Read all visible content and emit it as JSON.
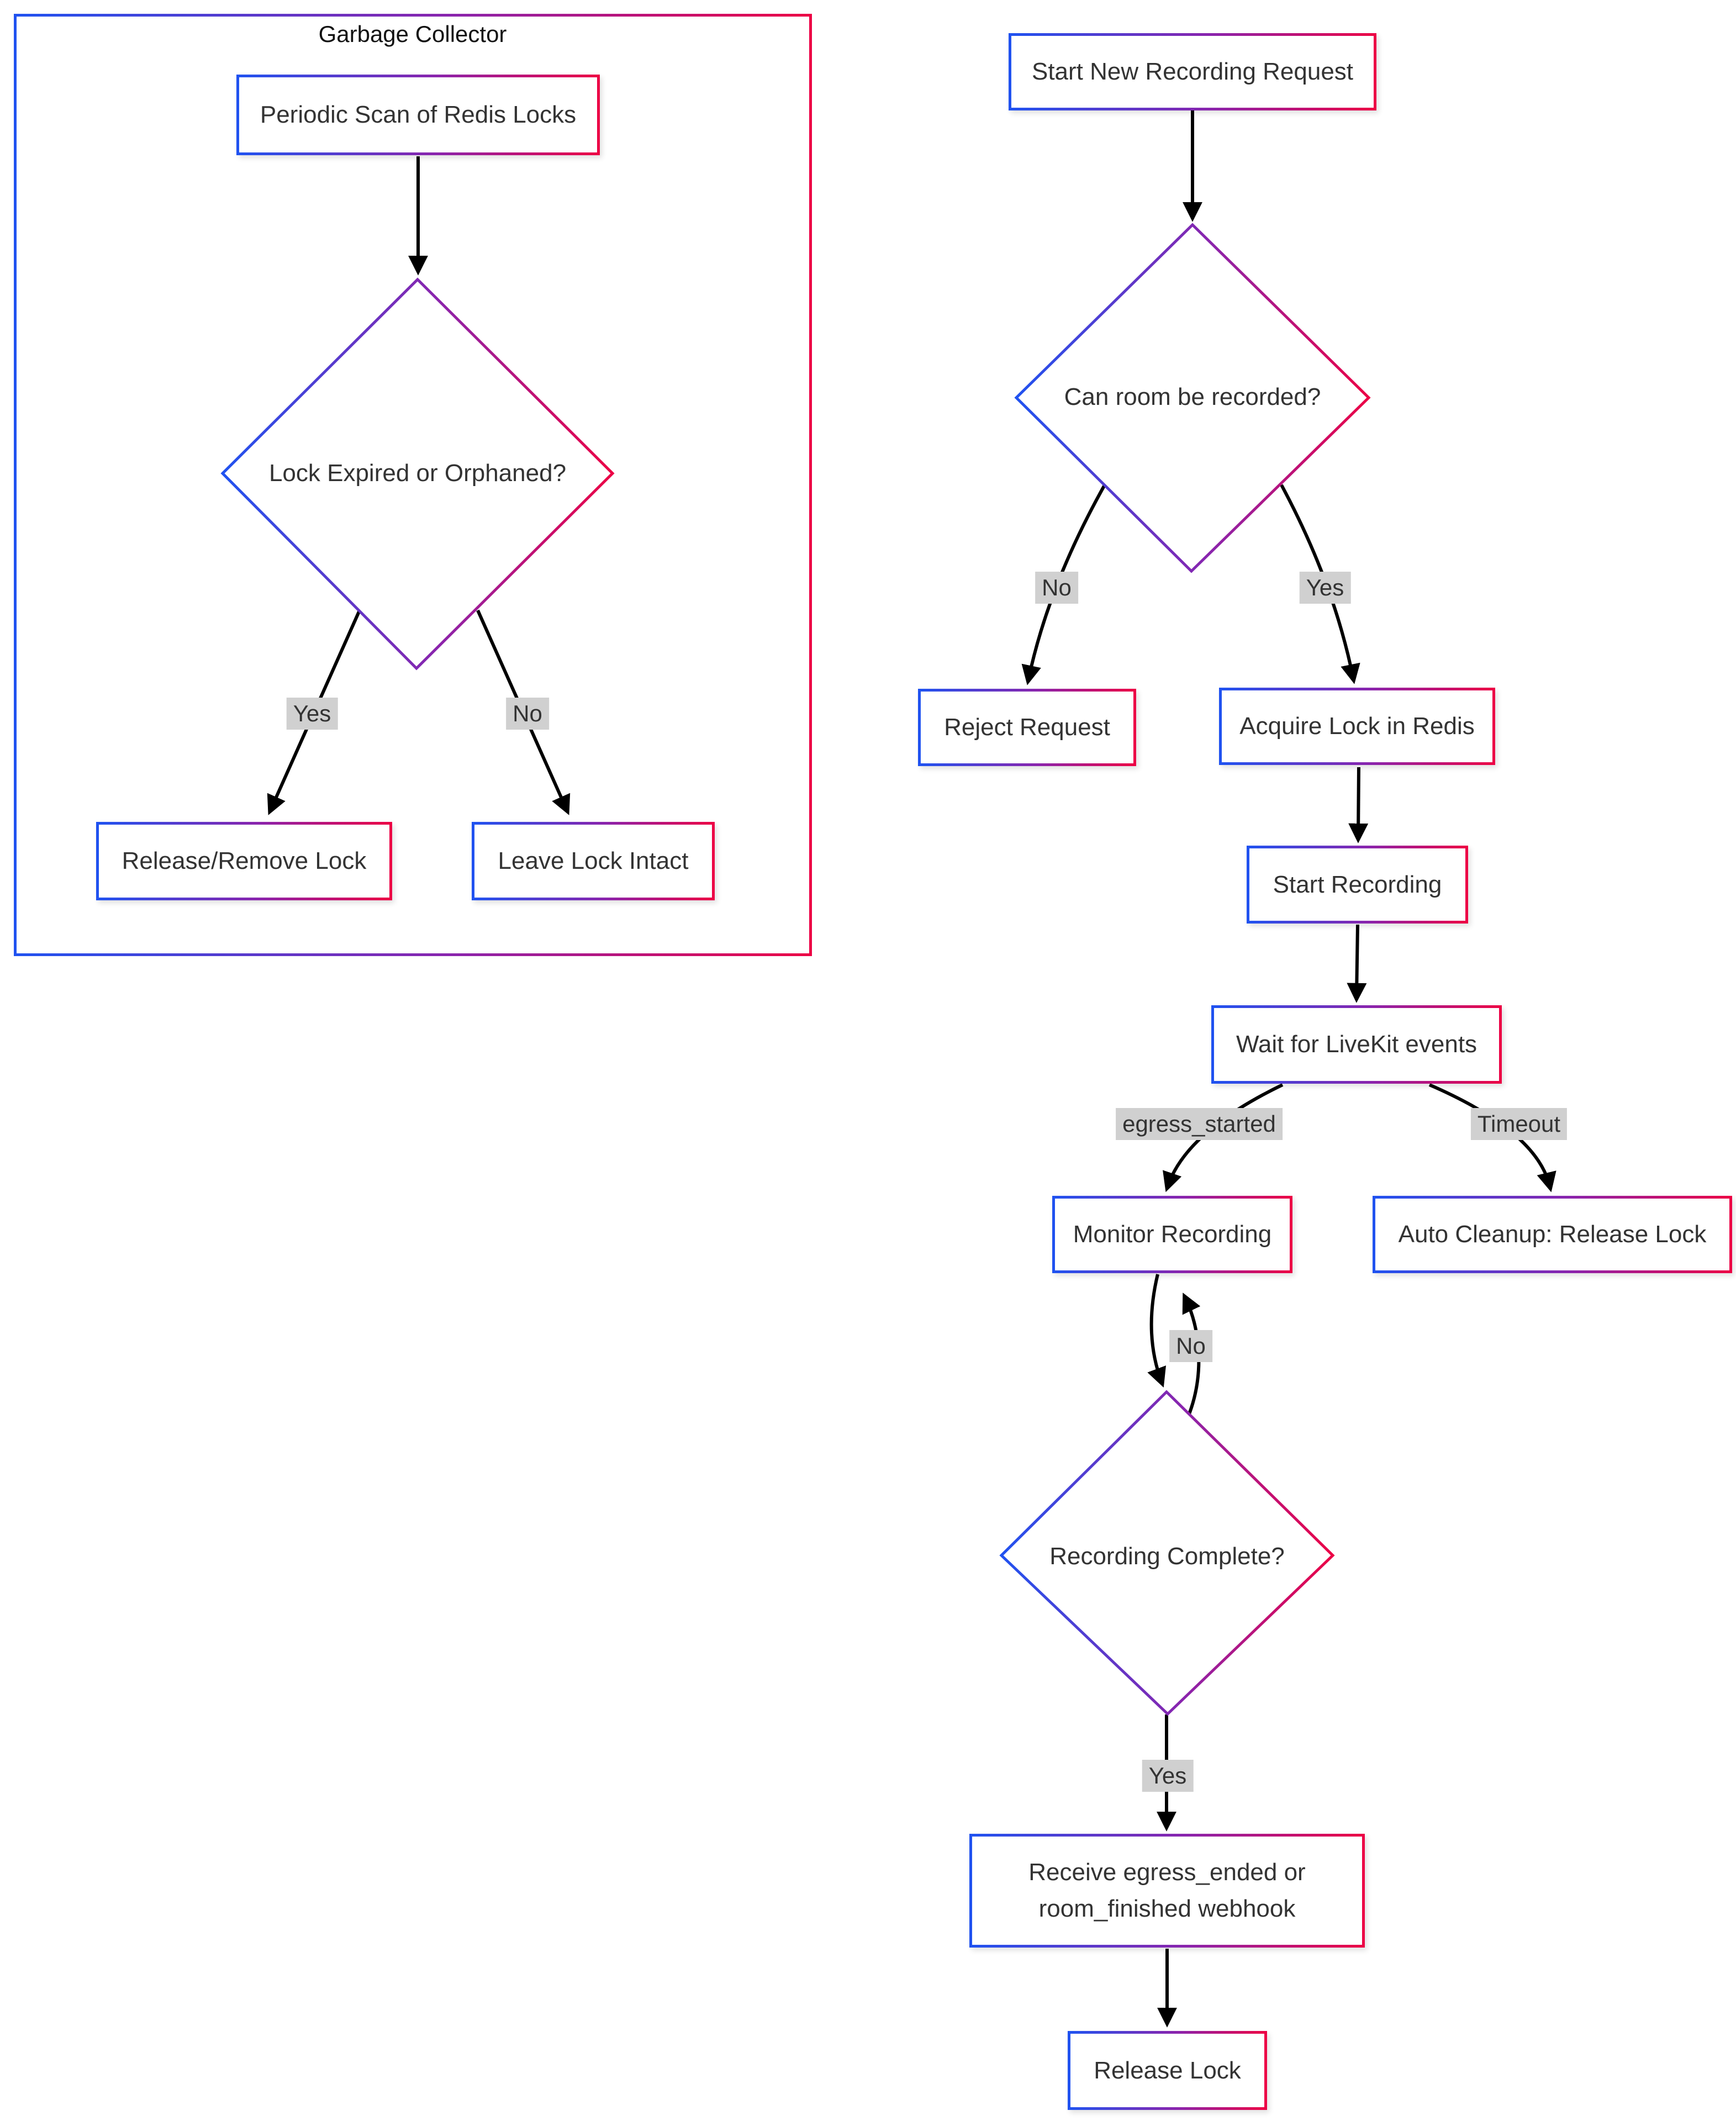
{
  "title": "Garbage Collector",
  "nodes": {
    "periodic_scan": "Periodic Scan of Redis Locks",
    "lock_expired": "Lock Expired or Orphaned?",
    "release_remove": "Release/Remove Lock",
    "leave_intact": "Leave Lock Intact",
    "start_request": "Start New Recording Request",
    "can_record": "Can room be recorded?",
    "reject": "Reject Request",
    "acquire": "Acquire Lock in Redis",
    "start_recording": "Start Recording",
    "wait_events": "Wait for LiveKit events",
    "monitor": "Monitor Recording",
    "auto_cleanup": "Auto Cleanup: Release Lock",
    "recording_complete": "Recording Complete?",
    "receive_webhook": "Receive egress_ended or room_finished webhook",
    "release_lock": "Release Lock"
  },
  "edge_labels": {
    "gc_yes": "Yes",
    "gc_no": "No",
    "rec_no": "No",
    "rec_yes": "Yes",
    "egress_started": "egress_started",
    "timeout": "Timeout",
    "loop_no": "No",
    "complete_yes": "Yes"
  },
  "colors": {
    "gradient_start": "#2052f0",
    "gradient_mid": "#8a24ad",
    "gradient_end": "#ec0045",
    "edge": "#000000",
    "edge_label_bg": "#d0d0d0",
    "text": "#333333",
    "node_fill": "#ffffff",
    "bg": "#ffffff"
  }
}
